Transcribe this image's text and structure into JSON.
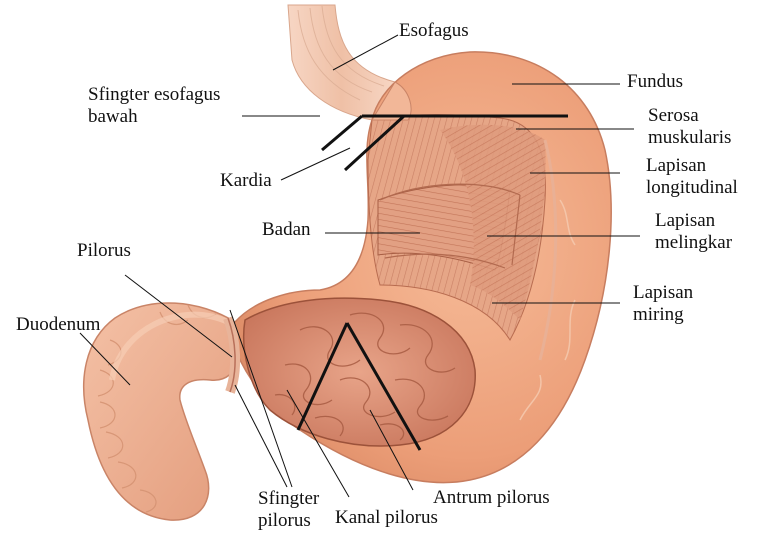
{
  "labels": {
    "esofagus": "Esofagus",
    "fundus": "Fundus",
    "sfingter_esofagus_bawah": [
      "Sfingter esofagus",
      "bawah"
    ],
    "serosa": [
      "Serosa",
      "muskularis"
    ],
    "kardia": "Kardia",
    "lapisan_longitudinal": [
      "Lapisan",
      "longitudinal"
    ],
    "badan": "Badan",
    "lapisan_melingkar": [
      "Lapisan",
      "melingkar"
    ],
    "pilorus": "Pilorus",
    "lapisan_miring": [
      "Lapisan",
      "miring"
    ],
    "duodenum": "Duodenum",
    "sfingter_pilorus": [
      "Sfingter",
      "pilorus"
    ],
    "kanal_pilorus": "Kanal pilorus",
    "antrum_pilorus": "Antrum pilorus"
  },
  "colors": {
    "stomach_outer": "#f0a982",
    "stomach_inner": "#e39a79",
    "muscle_fiber": "#c77a5c",
    "mucosa": "#d98872",
    "duodenum": "#eeb095",
    "esophagus": "#f3c2a8",
    "divider": "#111111"
  }
}
